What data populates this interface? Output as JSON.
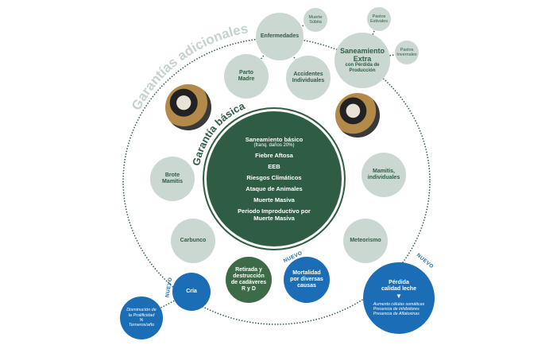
{
  "outer_label": "Garantías adicionales",
  "core_label": "Garantía básica",
  "core_items": [
    {
      "title": "Saneamiento básico",
      "sub": "(franq. daños 20%)"
    },
    {
      "title": "Fiebre Aftosa"
    },
    {
      "title": "EEB"
    },
    {
      "title": "Riesgos Climáticos"
    },
    {
      "title": "Ataque de Animales"
    },
    {
      "title": "Muerte Masiva"
    },
    {
      "title": "Periodo Improductivo por Muerte Masiva"
    }
  ],
  "bubbles": {
    "enfermedades": "Enfermedades",
    "muerte_subita": "Muerte Súbita",
    "parto_madre": "Parto Madre",
    "accidentes": "Accidentes Individuales",
    "saneamiento_extra": "Saneamiento Extra",
    "saneamiento_sub": "con Pérdida de Producción",
    "pastos_estivales": "Pastos Estivales",
    "pastos_invernales": "Pastos Invernales",
    "brote_mamitis": "Brote Mamitis",
    "mamitis_ind": "Mamitis, individuales",
    "carbunco": "Carbunco",
    "meteorismo": "Meteorismo",
    "retirada": "Retirada y destrucción de cadáveres R y D",
    "mortalidad": "Mortalidad por diversas causas",
    "cria": "Cría",
    "disminucion": "Disminución de la Prolificidad % Terneros/año",
    "perdida": "Pérdida calidad leche",
    "perdida_items": [
      "Aumento células somáticas",
      "Presencia de inhibidores",
      "Presencia de Aflatoxinas"
    ]
  },
  "badge": "NUEVO",
  "colors": {
    "light": "#cbd8d1",
    "dark": "#2f5d43",
    "blue": "#1b6db6"
  }
}
